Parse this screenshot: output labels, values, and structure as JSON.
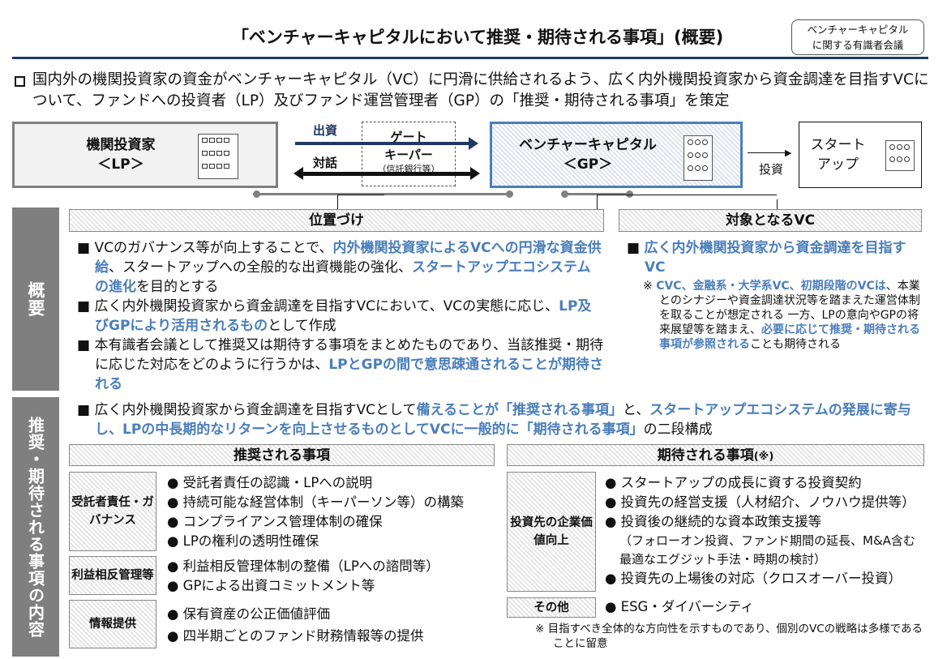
{
  "header": {
    "title": "「ベンチャーキャピタルにおいて推奨・期待される事項」(概要)",
    "committee": [
      "ベンチャーキャピタル",
      "に関する有識者会議"
    ]
  },
  "intro": "国内外の機関投資家の資金がベンチャーキャピタル（VC）に円滑に供給されるよう、広く内外機関投資家から資金調達を目指すVCについて、ファンドへの投資者（LP）及びファンド運営管理者（GP）の「推奨・期待される事項」を策定",
  "diagram": {
    "lp": [
      "機関投資家",
      "＜LP＞"
    ],
    "investment_label": "出資",
    "dialogue_label": "対話",
    "gatekeeper": [
      "ゲート",
      "キーパー",
      "（信託銀行等）"
    ],
    "gp": [
      "ベンチャーキャピタル",
      "＜GP＞"
    ],
    "invest_label": "投資",
    "startup": [
      "スタート",
      "アップ"
    ]
  },
  "overview": {
    "side_label": "概要",
    "position_header": "位置づけ",
    "target_header": "対象となるVC",
    "position_items": [
      [
        {
          "t": "VCのガバナンス等が向上することで、"
        },
        {
          "t": "内外機関投資家によるVCへの円滑な資金供給",
          "hl": true
        },
        {
          "t": "、スタートアップへの全般的な出資機能の強化、"
        },
        {
          "t": "スタートアップエコシステムの進化",
          "hl": true
        },
        {
          "t": "を目的とする"
        }
      ],
      [
        {
          "t": "広く内外機関投資家から資金調達を目指すVCにおいて、VCの実態に応じ、"
        },
        {
          "t": "LP及びGPにより活用されるもの",
          "hl": true
        },
        {
          "t": "として作成"
        }
      ],
      [
        {
          "t": "本有識者会議として推奨又は期待する事項をまとめたものであり、当該推奨・期待に応じた対応をどのように行うかは、"
        },
        {
          "t": "LPとGPの間で意思疎通されることが期待される",
          "hl": true
        }
      ]
    ],
    "target_main": [
      {
        "t": "広く内外機関投資家から資金調達を目指すVC",
        "hl": true
      }
    ],
    "target_note": [
      {
        "t": "CVC、金融系・大学系VC、初期段階のVCは",
        "hl": true
      },
      {
        "t": "、本業とのシナジーや資金調達状況等を踏まえた運営体制を取ることが想定される 一方、LPの意向やGPの将来展望等を踏まえ、"
      },
      {
        "t": "必要に応じて推奨・期待される事項が参照される",
        "hl": true
      },
      {
        "t": "ことも期待される"
      }
    ]
  },
  "contents": {
    "side_label": "推奨・期待される事項の内容",
    "intro": [
      {
        "t": "広く内外機関投資家から資金調達を目指すVCとして"
      },
      {
        "t": "備えることが「推奨される事項」",
        "hl": true
      },
      {
        "t": "と、"
      },
      {
        "t": "スタートアップエコシステムの発展に寄与し、LPの中長期的なリターンを向上させるものとしてVCに一般的に「期待される事項」",
        "hl": true
      },
      {
        "t": "の二段構成"
      }
    ],
    "recommended_header": "推奨される事項",
    "expected_header": "期待される事項",
    "expected_header_mark": "(※)",
    "recommended": [
      {
        "label": "受託者責任・ガバナンス",
        "items": [
          "受託者責任の認識・LPへの説明",
          "持続可能な経営体制（キーパーソン等）の構築",
          "コンプライアンス管理体制の確保",
          "LPの権利の透明性確保"
        ]
      },
      {
        "label": "利益相反管理等",
        "items": [
          "利益相反管理体制の整備（LPへの諮問等）",
          "GPによる出資コミットメント等"
        ]
      },
      {
        "label": "情報提供",
        "items": [
          "保有資産の公正価値評価",
          "四半期ごとのファンド財務情報等の提供"
        ]
      }
    ],
    "expected": [
      {
        "label": "投資先の企業価値向上",
        "items": [
          "スタートアップの成長に資する投資契約",
          "投資先の経営支援（人材紹介、ノウハウ提供等）",
          "投資後の継続的な資本政策支援等"
        ],
        "sub": "（フォローオン投資、ファンド期間の延長、M&A含む最適なエグジット手法・時期の検討）",
        "last": "投資先の上場後の対応（クロスオーバー投資）"
      },
      {
        "label": "その他",
        "items": [
          "ESG・ダイバーシティ"
        ]
      }
    ],
    "footnote": "目指すべき全体的な方向性を示すものであり、個別のVCの戦略は多様であることに留意",
    "note_mark": "※",
    "bullet_square": "■",
    "bullet_dot": "●"
  },
  "colors": {
    "accent": "#4a7ebb",
    "navy": "#1f3864",
    "side_gray": "#7f7f7f"
  }
}
